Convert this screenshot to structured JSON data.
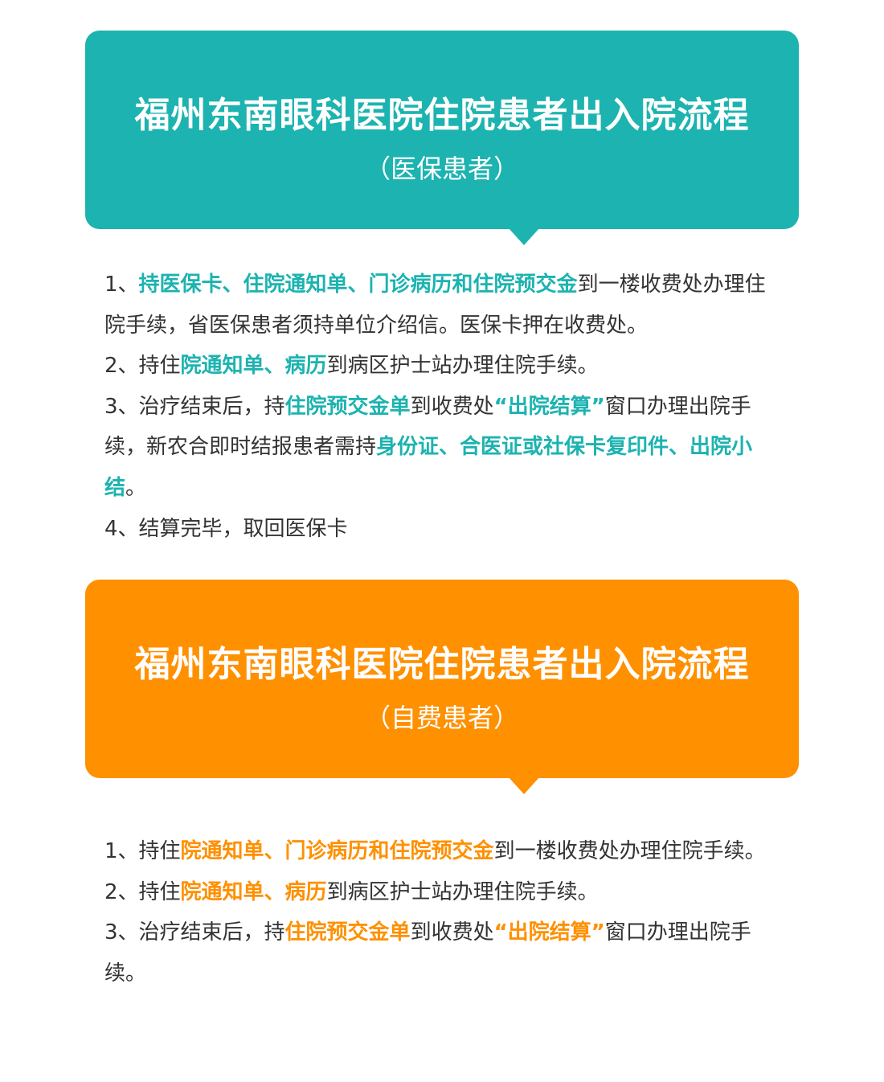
{
  "insured": {
    "banner": {
      "title": "福州东南眼科医院住院患者出入院流程",
      "subtitle": "（医保患者）",
      "color": "#1cb3b0"
    },
    "steps": [
      [
        {
          "text": "1、",
          "hl": false
        },
        {
          "text": "持医保卡、住院通知单、门诊病历和住院预交金",
          "hl": true
        },
        {
          "text": "到一楼收费处办理住院手续，省医保患者须持单位介绍信。医保卡押在收费处。",
          "hl": false
        }
      ],
      [
        {
          "text": "2、持住",
          "hl": false
        },
        {
          "text": "院通知单、病历",
          "hl": true
        },
        {
          "text": "到病区护士站办理住院手续。",
          "hl": false
        }
      ],
      [
        {
          "text": "3、治疗结束后，持",
          "hl": false
        },
        {
          "text": "住院预交金单",
          "hl": true
        },
        {
          "text": "到收费处",
          "hl": false
        },
        {
          "text": "“出院结算”",
          "hl": true
        },
        {
          "text": "窗口办理出院手续，新农合即时结报患者需持",
          "hl": false
        },
        {
          "text": "身份证、合医证或社保卡复印件、出院小结",
          "hl": true
        },
        {
          "text": "。",
          "hl": false
        }
      ],
      [
        {
          "text": "4、结算完毕，取回医保卡",
          "hl": false
        }
      ]
    ]
  },
  "self_pay": {
    "banner": {
      "title": "福州东南眼科医院住院患者出入院流程",
      "subtitle": "（自费患者）",
      "color": "#ff9000"
    },
    "steps": [
      [
        {
          "text": "1、持住",
          "hl": false
        },
        {
          "text": "院通知单、门诊病历和住院预交金",
          "hl": true
        },
        {
          "text": "到一楼收费处办理住院手续。",
          "hl": false
        }
      ],
      [
        {
          "text": "2、持住",
          "hl": false
        },
        {
          "text": "院通知单、病历",
          "hl": true
        },
        {
          "text": "到病区护士站办理住院手续。",
          "hl": false
        }
      ],
      [
        {
          "text": "3、治疗结束后，持",
          "hl": false
        },
        {
          "text": "住院预交金单",
          "hl": true
        },
        {
          "text": "到收费处",
          "hl": false
        },
        {
          "text": "“出院结算”",
          "hl": true
        },
        {
          "text": "窗口办理出院手续。",
          "hl": false
        }
      ]
    ]
  }
}
